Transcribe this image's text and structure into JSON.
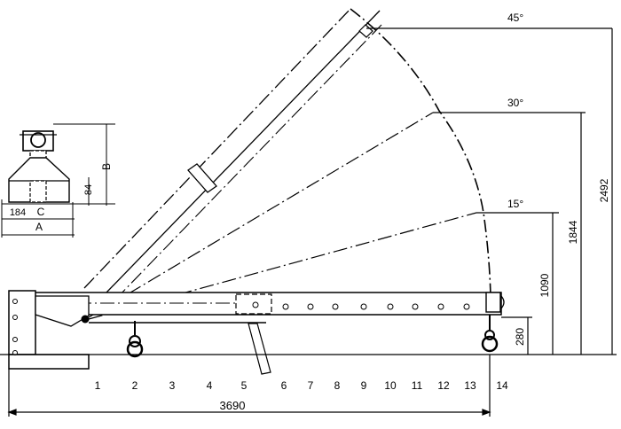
{
  "angles": {
    "a45": "45°",
    "a30": "30°",
    "a15": "15°"
  },
  "heights": {
    "h2492": "2492",
    "h1844": "1844",
    "h1090": "1090",
    "h280": "280"
  },
  "length": "3690",
  "positions": [
    "1",
    "2",
    "3",
    "4",
    "5",
    "6",
    "7",
    "8",
    "9",
    "10",
    "11",
    "12",
    "13",
    "14"
  ],
  "detail": {
    "A": "A",
    "B": "B",
    "C": "C",
    "dim84": "84",
    "dim184": "184"
  }
}
